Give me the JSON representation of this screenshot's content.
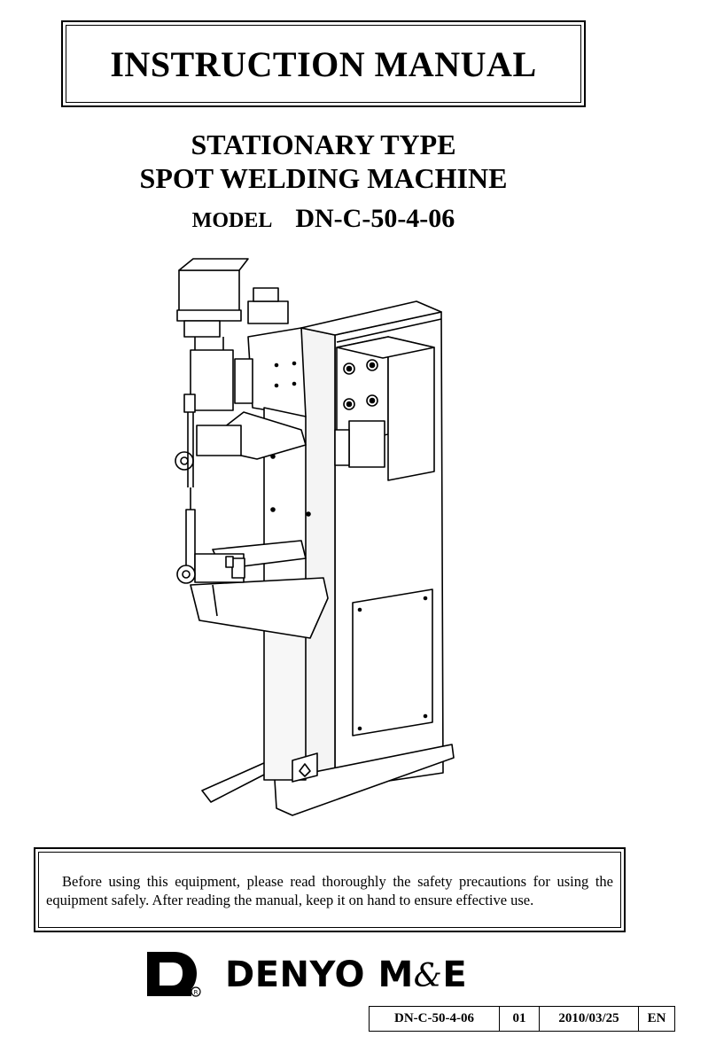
{
  "title": "INSTRUCTION MANUAL",
  "subtitle_line1": "STATIONARY TYPE",
  "subtitle_line2": "SPOT WELDING MACHINE",
  "model": {
    "label": "MODEL",
    "value": "DN-C-50-4-06"
  },
  "notice": "Before using this equipment, please read thoroughly the safety precautions for using the equipment safely.    After reading the manual, keep it on hand to ensure effective use.",
  "logo": {
    "brand_before_amp": "DENYO M",
    "amp": "&",
    "brand_after_amp": "E"
  },
  "doc_info": {
    "code": "DN-C-50-4-06",
    "revision": "01",
    "date": "2010/03/25",
    "language": "EN"
  }
}
